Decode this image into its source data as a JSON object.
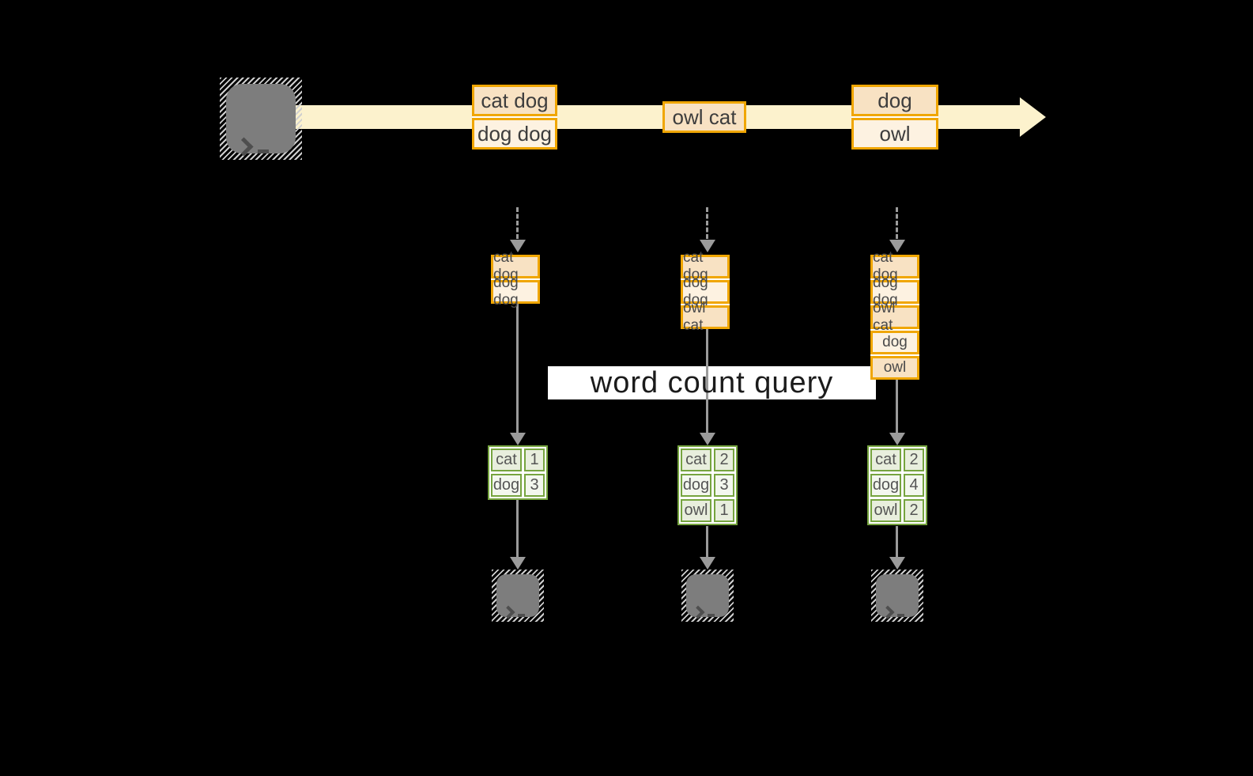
{
  "query_label": "word count query",
  "stream": {
    "source": "terminal",
    "batches": [
      {
        "lines": [
          "cat dog",
          "dog dog"
        ]
      },
      {
        "lines": [
          "owl cat"
        ]
      },
      {
        "lines": [
          "dog",
          "owl"
        ]
      }
    ]
  },
  "columns": [
    {
      "state_lines": [
        "cat dog",
        "dog dog"
      ],
      "counts": [
        {
          "word": "cat",
          "value": 1
        },
        {
          "word": "dog",
          "value": 3
        }
      ]
    },
    {
      "state_lines": [
        "cat dog",
        "dog dog",
        "owl cat"
      ],
      "counts": [
        {
          "word": "cat",
          "value": 2
        },
        {
          "word": "dog",
          "value": 3
        },
        {
          "word": "owl",
          "value": 1
        }
      ]
    },
    {
      "state_lines": [
        "cat dog",
        "dog dog",
        "owl cat",
        "dog",
        "owl"
      ],
      "counts": [
        {
          "word": "cat",
          "value": 2
        },
        {
          "word": "dog",
          "value": 4
        },
        {
          "word": "owl",
          "value": 2
        }
      ]
    }
  ],
  "colors": {
    "background": "#000000",
    "stream_band": "#fcf2cd",
    "box_border": "#f0a602",
    "box_fill_dark": "#f8e2c3",
    "box_fill_light": "#fdf2e1",
    "arrow_gray": "#9b9b9b",
    "table_border": "#76a43f",
    "table_cell_sage": "#e8eedd",
    "table_cell_white": "#f3f7ee",
    "terminal_gray": "#7d7d7d",
    "banner_bg": "#ffffff",
    "banner_text": "#1b1b1b"
  }
}
